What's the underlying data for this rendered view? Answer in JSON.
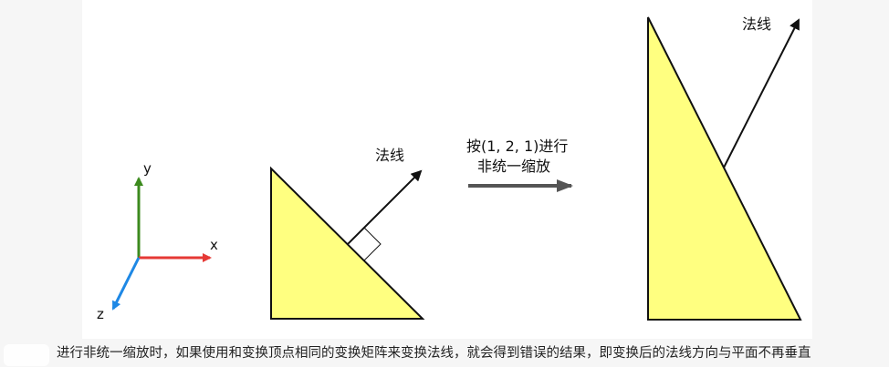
{
  "axes": {
    "x_label": "x",
    "y_label": "y",
    "z_label": "z",
    "x_color": "#e53935",
    "y_color": "#3c8a1e",
    "z_color": "#1e88e5"
  },
  "left_triangle": {
    "normal_label": "法线",
    "fill": "#ffff80"
  },
  "transform_arrow": {
    "line1": "按(1, 2, 1)进行",
    "line2": "非统一缩放",
    "color": "#555555"
  },
  "right_triangle": {
    "normal_label": "法线",
    "fill": "#ffff80"
  },
  "caption": "进行非统一缩放时，如果使用和变换顶点相同的变换矩阵来变换法线，就会得到错误的结果，即变换后的法线方向与平面不再垂直"
}
